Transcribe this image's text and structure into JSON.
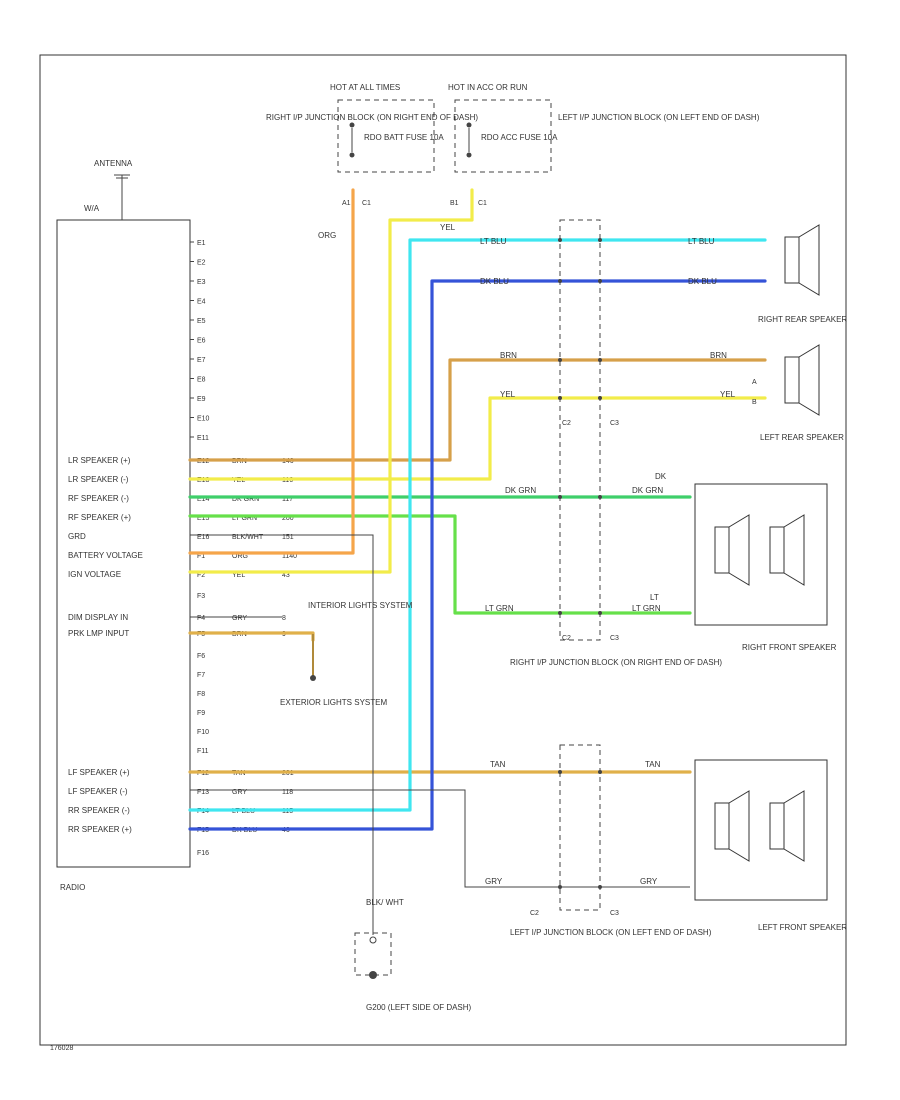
{
  "diagram": {
    "radio": {
      "label": "RADIO",
      "antenna_label": "ANTENNA",
      "antenna_sub": "W/A",
      "e_pins": [
        "E1",
        "E2",
        "E3",
        "E4",
        "E5",
        "E6",
        "E7",
        "E8",
        "E9",
        "E10",
        "E11"
      ],
      "speaker_pins": [
        {
          "name": "LR SPEAKER (+)",
          "pin": "E12",
          "color": "BRN",
          "circuit": "146"
        },
        {
          "name": "LR SPEAKER (-)",
          "pin": "E13",
          "color": "YEL",
          "circuit": "116"
        },
        {
          "name": "RF SPEAKER (-)",
          "pin": "E14",
          "color": "DK GRN",
          "circuit": "117"
        },
        {
          "name": "RF SPEAKER (+)",
          "pin": "E15",
          "color": "LT GRN",
          "circuit": "200"
        },
        {
          "name": "GRD",
          "pin": "E16",
          "color": "BLK/WHT",
          "circuit": "151"
        },
        {
          "name": "BATTERY VOLTAGE",
          "pin": "F1",
          "color": "ORG",
          "circuit": "1140"
        },
        {
          "name": "IGN VOLTAGE",
          "pin": "F2",
          "color": "YEL",
          "circuit": "43"
        }
      ],
      "f_pins_mid": [
        "F3"
      ],
      "dim_pins": [
        {
          "name": "DIM DISPLAY IN",
          "pin": "F4",
          "color": "GRY",
          "circuit": "8"
        },
        {
          "name": "PRK LMP INPUT",
          "pin": "F5",
          "color": "BRN",
          "circuit": "9"
        }
      ],
      "f_pins_lower": [
        "F6",
        "F7",
        "F8",
        "F9",
        "F10",
        "F11"
      ],
      "front_pins": [
        {
          "name": "LF SPEAKER (+)",
          "pin": "F12",
          "color": "TAN",
          "circuit": "201"
        },
        {
          "name": "LF SPEAKER (-)",
          "pin": "F13",
          "color": "GRY",
          "circuit": "118"
        },
        {
          "name": "RR SPEAKER (-)",
          "pin": "F14",
          "color": "LT BLU",
          "circuit": "115"
        },
        {
          "name": "RR SPEAKER (+)",
          "pin": "F15",
          "color": "DK BLU",
          "circuit": "46"
        }
      ],
      "last_pin": "F16"
    },
    "fuse_right": {
      "hot": "HOT AT ALL TIMES",
      "fuse": "RDO BATT FUSE 10A",
      "block": "RIGHT I/P JUNCTION BLOCK (ON RIGHT END OF DASH)",
      "pins": [
        "A1",
        "C1"
      ]
    },
    "fuse_left": {
      "hot": "HOT IN ACC OR RUN",
      "fuse": "RDO ACC FUSE 10A",
      "block": "LEFT I/P JUNCTION BLOCK (ON LEFT END OF DASH)",
      "pins": [
        "B1",
        "C1"
      ]
    },
    "wire_labels": {
      "org": "ORG",
      "yel": "YEL",
      "ltblu_c2": "LT BLU",
      "dkblu_c2": "DK BLU",
      "ltblu_c3": "LT BLU",
      "dkblu_c3": "DK BLU",
      "brn": "BRN",
      "yel2": "YEL",
      "brn_r": "BRN",
      "yel_r": "YEL",
      "dkgrn": "DK GRN",
      "dkgrn_r": "DK GRN",
      "ltgrn": "LT GRN",
      "ltgrn_r": "LT GRN",
      "tan": "TAN",
      "tan_r": "TAN",
      "gry": "GRY",
      "gry_r": "GRY",
      "dk": "DK",
      "lt": "LT"
    },
    "conn": {
      "c2": "C2",
      "c3": "C3",
      "c2b": "C2",
      "c3b": "C3",
      "c2c": "C2",
      "c3c": "C3",
      "a": "A",
      "b": "B"
    },
    "interior": "INTERIOR LIGHTS SYSTEM",
    "exterior": "EXTERIOR LIGHTS SYSTEM",
    "ground_wire": "BLK/ WHT",
    "ground": "G200 (LEFT SIDE OF DASH)",
    "rj_block": "RIGHT I/P JUNCTION BLOCK (ON RIGHT END OF DASH)",
    "lj_block": "LEFT I/P JUNCTION BLOCK (ON LEFT END OF DASH)",
    "speakers": {
      "right_rear": "RIGHT REAR SPEAKER",
      "left_rear": "LEFT REAR SPEAKER",
      "right_front": "RIGHT FRONT SPEAKER",
      "left_front": "LEFT FRONT SPEAKER"
    },
    "diagram_id": "176028"
  },
  "colors": {
    "orange": "#f5a54a",
    "yellow": "#f2ec4a",
    "cyan": "#3fe6f0",
    "blue": "#3553d8",
    "brown": "#d6a04a",
    "dkgreen": "#3fcf6a",
    "ltgreen": "#66e04a",
    "tan": "#e0b04a",
    "gray": "#9a9a9a",
    "black": "#444444"
  }
}
